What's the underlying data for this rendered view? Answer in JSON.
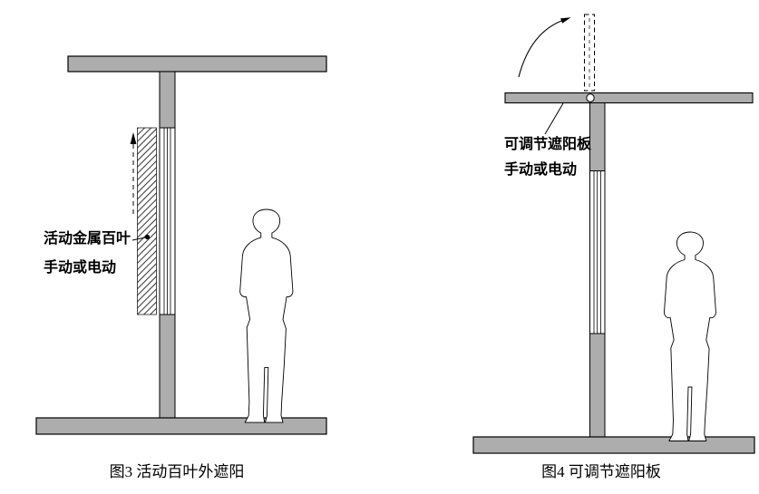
{
  "colors": {
    "background": "#ffffff",
    "concrete": "#adadad",
    "line": "#000000"
  },
  "figure3": {
    "caption": "图3 活动百叶外遮阳",
    "callout": {
      "line1": "活动金属百叶",
      "line2": "手动或电动"
    }
  },
  "figure4": {
    "caption": "图4 可调节遮阳板",
    "callout": {
      "line1": "可调节遮阳板",
      "line2": "手动或电动"
    }
  }
}
